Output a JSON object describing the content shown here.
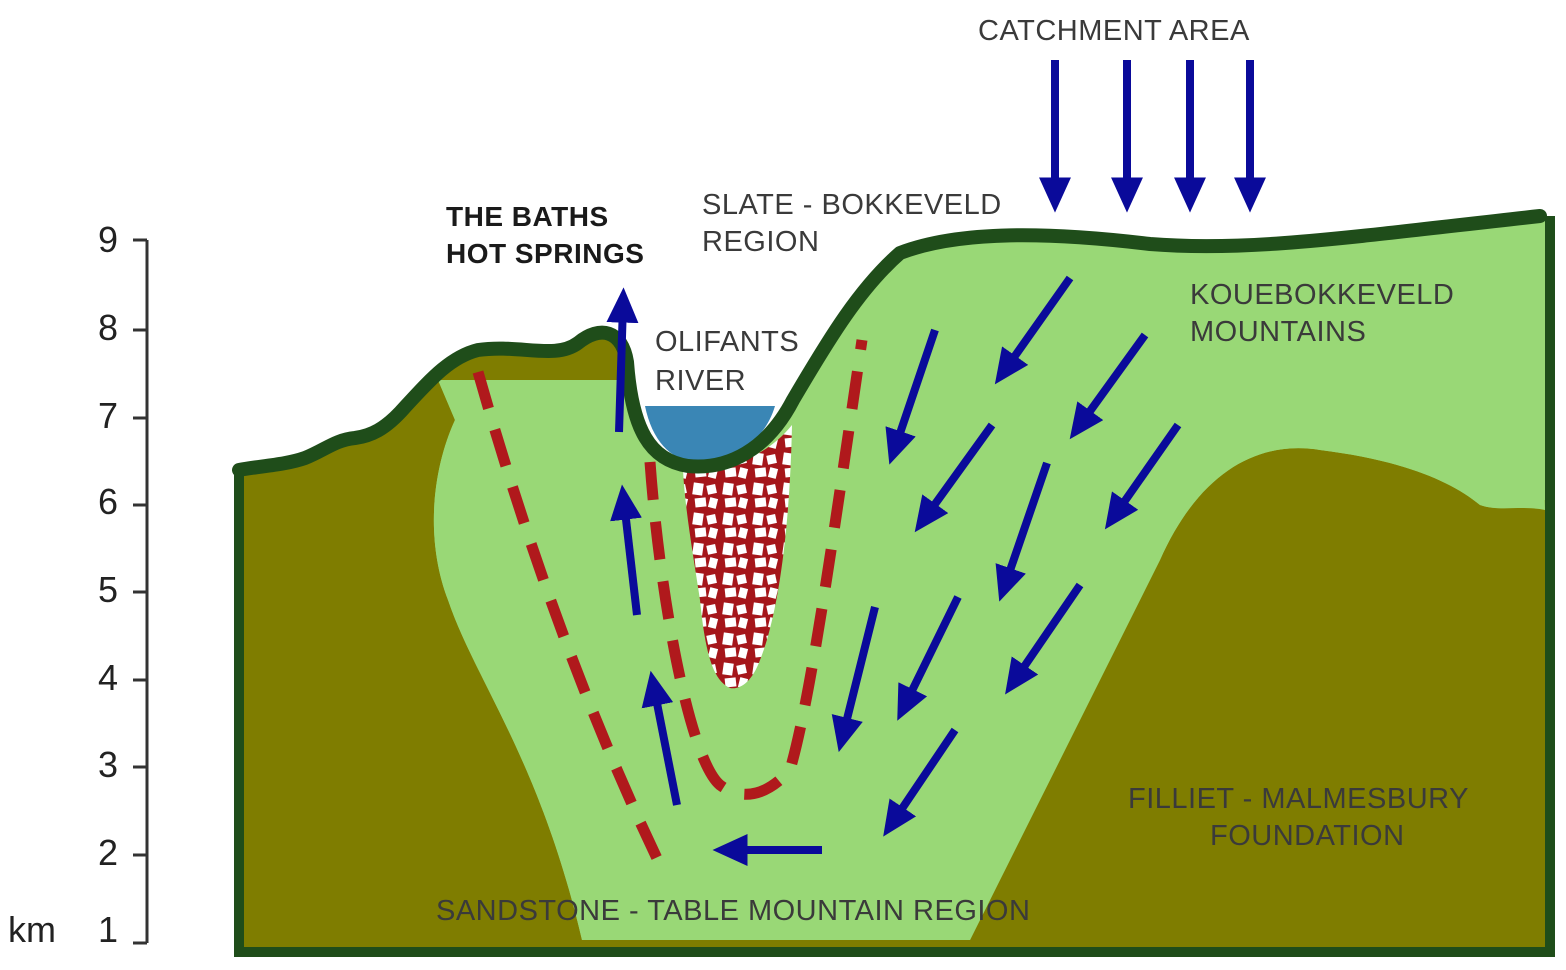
{
  "labels": {
    "catchment_area": "CATCHMENT AREA",
    "baths_line1": "THE BATHS",
    "baths_line2": "HOT SPRINGS",
    "slate_line1": "SLATE - BOKKEVELD",
    "slate_line2": "REGION",
    "olifants_line1": "OLIFANTS",
    "olifants_line2": "RIVER",
    "koue_line1": "KOUEBOKKEVELD",
    "koue_line2": "MOUNTAINS",
    "filliet_line1": "FILLIET - MALMESBURY",
    "filliet_line2": "FOUNDATION",
    "sandstone": "SANDSTONE - TABLE MOUNTAIN REGION"
  },
  "axis": {
    "unit": "km",
    "ticks": [
      "9",
      "8",
      "7",
      "6",
      "5",
      "4",
      "3",
      "2",
      "1"
    ]
  },
  "colors": {
    "surface_outline": "#1f4d1a",
    "sandstone_fill": "#99d876",
    "foundation_fill": "#7f7d00",
    "river_water": "#3a86b5",
    "fault_lines": "#b0191c",
    "flow_arrows": "#0a0a9a",
    "breccia_fill": "#a5161a"
  }
}
